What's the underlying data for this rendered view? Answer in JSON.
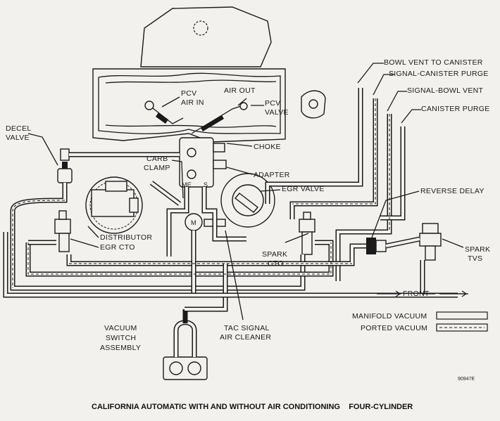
{
  "labels": {
    "bowl_vent_to_canister": "BOWL VENT TO CANISTER",
    "signal_canister_purge": "SIGNAL-CANISTER PURGE",
    "signal_bowl_vent": "SIGNAL-BOWL VENT",
    "canister_purge": "CANISTER PURGE",
    "pcv_air_in_1": "PCV",
    "pcv_air_in_2": "AIR IN",
    "air_out": "AIR OUT",
    "pcv_valve_1": "PCV",
    "pcv_valve_2": "VALVE",
    "decel_valve_1": "DECEL",
    "decel_valve_2": "VALVE",
    "choke": "CHOKE",
    "carb_clamp_1": "CARB",
    "carb_clamp_2": "CLAMP",
    "adapter": "ADAPTER",
    "me": "ME",
    "s": "S",
    "m": "M",
    "egr_valve": "EGR VALVE",
    "reverse_delay": "REVERSE DELAY",
    "distributor": "DISTRIBUTOR",
    "egr_cto": "EGR CTO",
    "spark_cto_1": "SPARK",
    "spark_cto_2": "CTO",
    "spark_tvs_1": "SPARK",
    "spark_tvs_2": "TVS",
    "front": "FRONT",
    "manifold_vacuum": "MANIFOLD VACUUM",
    "ported_vacuum": "PORTED VACUUM",
    "tac_signal_1": "TAC SIGNAL",
    "tac_signal_2": "AIR CLEANER",
    "vacuum_switch_1": "VACUUM",
    "vacuum_switch_2": "SWITCH",
    "vacuum_switch_3": "ASSEMBLY",
    "figure_code": "90947E"
  },
  "caption": "CALIFORNIA AUTOMATIC WITH AND WITHOUT AIR CONDITIONING    FOUR-CYLINDER"
}
